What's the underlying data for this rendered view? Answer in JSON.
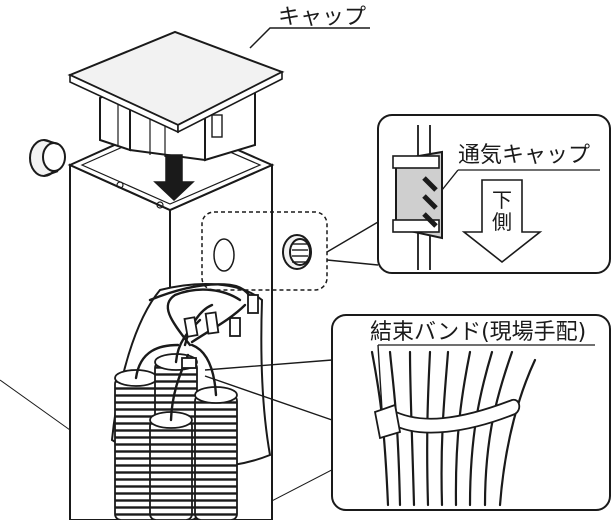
{
  "diagram": {
    "labels": {
      "cap": "キャップ",
      "vent_cap": "通気キャップ",
      "down_side_1": "下",
      "down_side_2": "側",
      "cable_tie": "結束バンド(現場手配)"
    },
    "colors": {
      "stroke": "#1a1a1a",
      "panel_fill": "#ffffff",
      "cap_fill": "#e6e6e6",
      "vent_fill": "#cfcfcf"
    }
  }
}
